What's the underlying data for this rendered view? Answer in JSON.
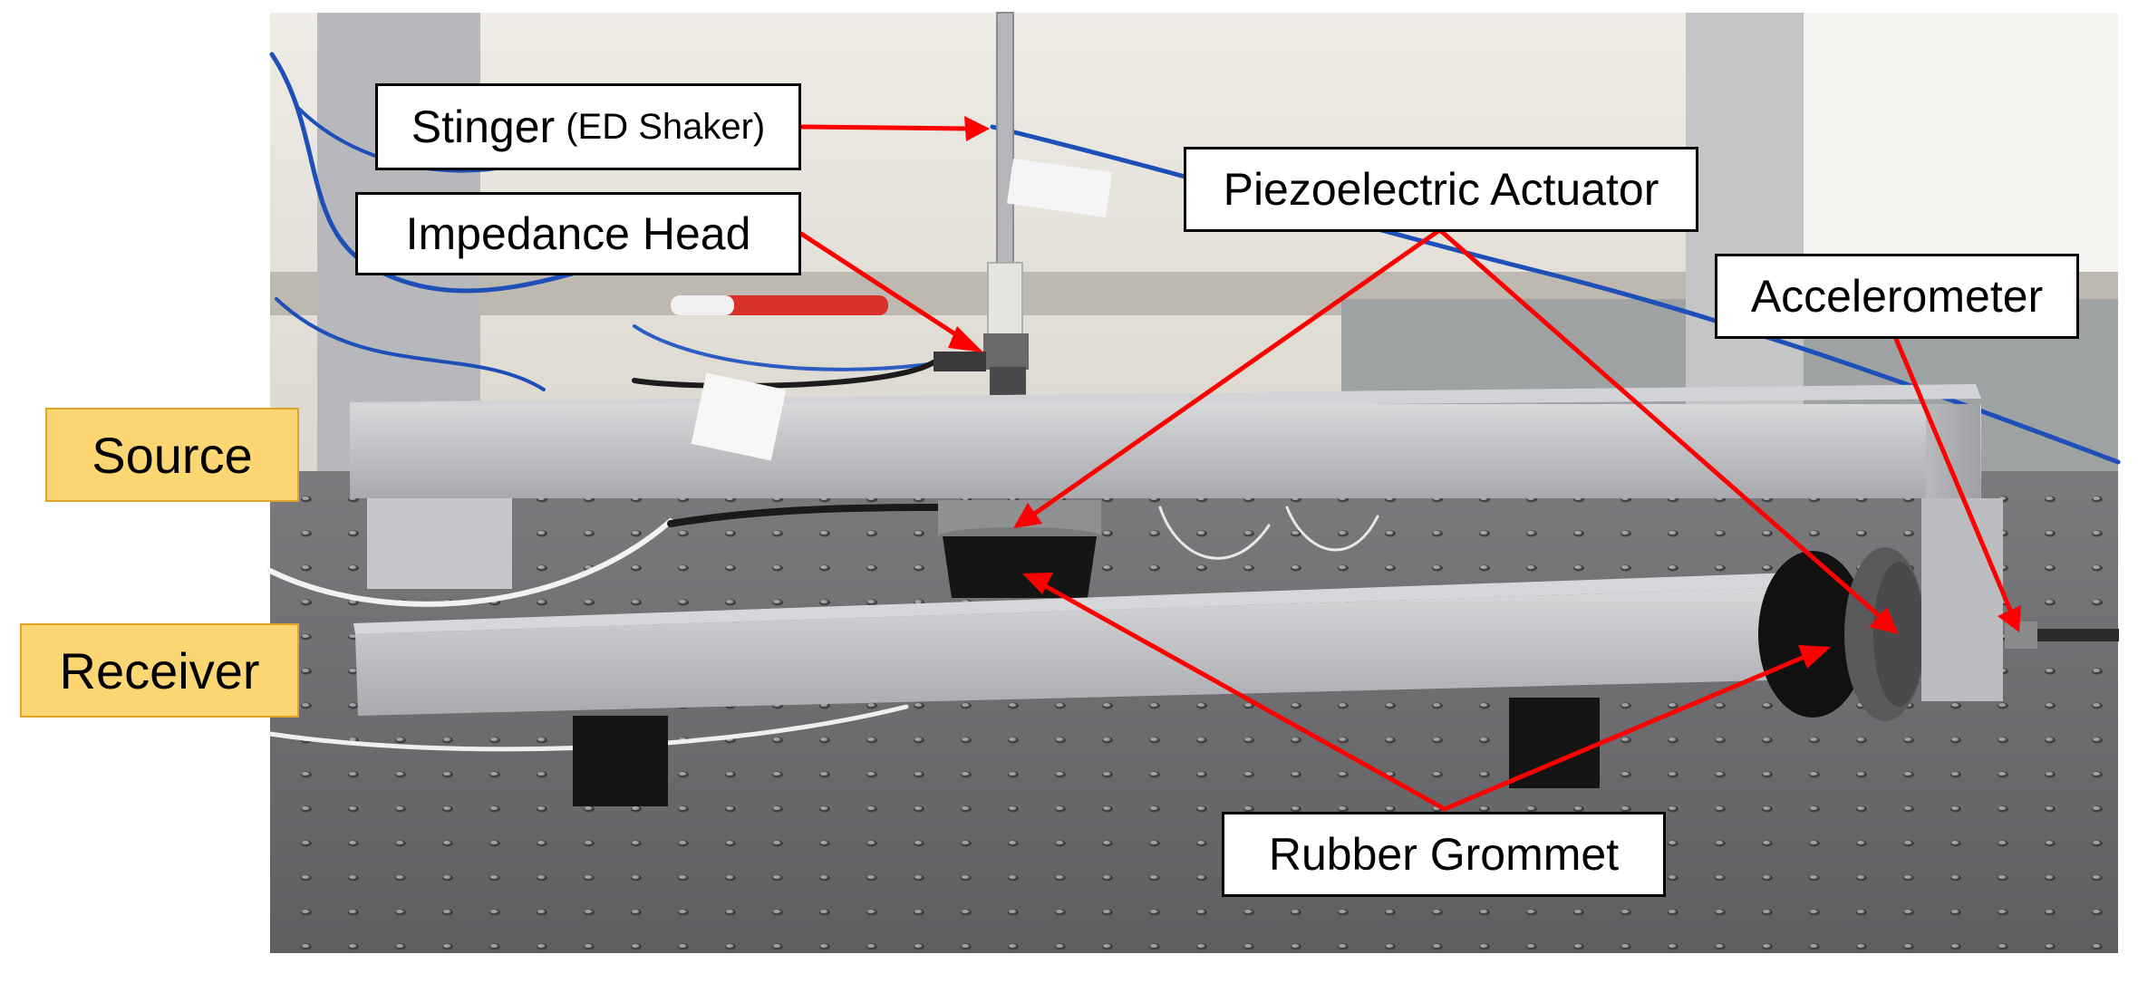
{
  "labels": {
    "stinger": "Stinger",
    "stinger_note": "(ED Shaker)",
    "impedance_head": "Impedance Head",
    "piezoelectric_actuator": "Piezoelectric Actuator",
    "accelerometer": "Accelerometer",
    "rubber_grommet": "Rubber Grommet",
    "source": "Source",
    "receiver": "Receiver"
  },
  "colors": {
    "arrow": "#ff0000",
    "tag_fill": "#fcd672",
    "tag_border": "#e0a42a",
    "box_border": "#000000",
    "table_surface": "#6e6e70",
    "aluminum": "#c9c9cc",
    "wall": "#e8e4dc",
    "cable": "#1e4fb8",
    "grommet": "#151515"
  },
  "icons": [
    "stinger-rod",
    "impedance-head-sensor",
    "piezo-actuator-disc",
    "accelerometer-sensor",
    "rubber-grommet"
  ]
}
